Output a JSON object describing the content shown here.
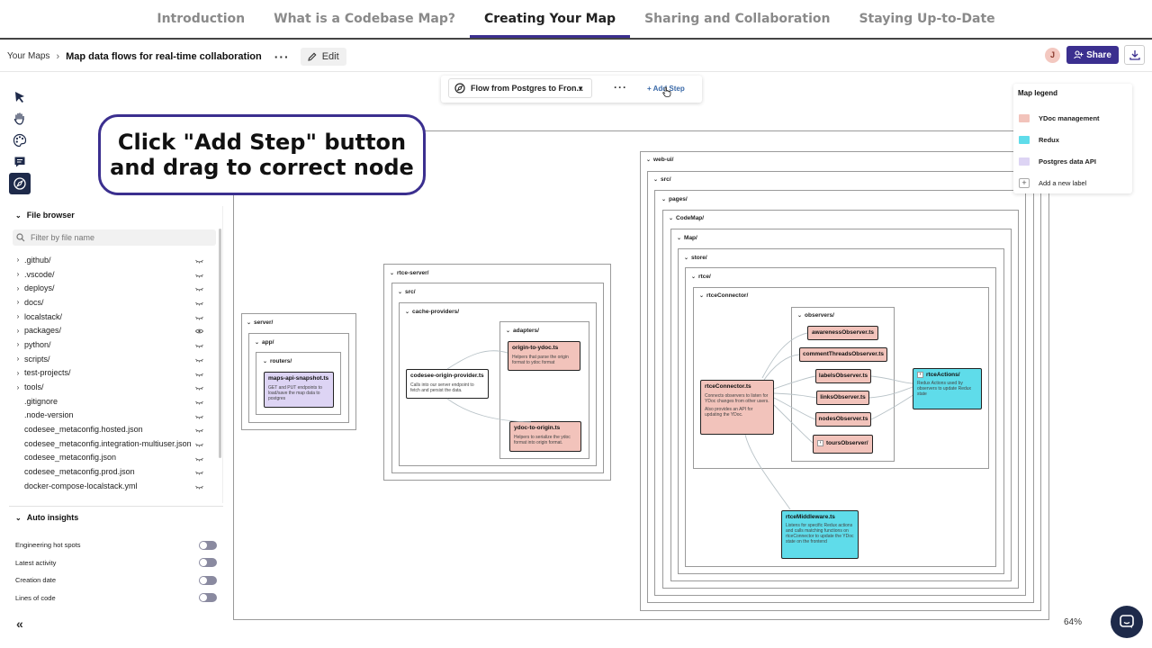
{
  "topnav": {
    "tabs": [
      {
        "label": "Introduction"
      },
      {
        "label": "What is a Codebase Map?"
      },
      {
        "label": "Creating Your Map"
      },
      {
        "label": "Sharing and Collaboration"
      },
      {
        "label": "Staying Up-to-Date"
      }
    ],
    "active_tab": "Creating Your Map"
  },
  "header": {
    "breadcrumb_root": "Your Maps",
    "breadcrumb_current": "Map data flows for real-time collaboration",
    "edit_label": "Edit",
    "avatar_initial": "J",
    "share_label": "Share"
  },
  "callout": {
    "text": "Click \"Add Step\" button\nand drag to correct node"
  },
  "flow_toolbar": {
    "selected_flow": "Flow from Postgres to Fron...",
    "add_step_label": "+ Add Step"
  },
  "file_browser": {
    "title": "File browser",
    "search_placeholder": "Filter by file name",
    "items": [
      {
        "name": ".github/",
        "folder": true,
        "eye": false
      },
      {
        "name": ".vscode/",
        "folder": true,
        "eye": false
      },
      {
        "name": "deploys/",
        "folder": true,
        "eye": false
      },
      {
        "name": "docs/",
        "folder": true,
        "eye": false
      },
      {
        "name": "localstack/",
        "folder": true,
        "eye": false
      },
      {
        "name": "packages/",
        "folder": true,
        "eye": true
      },
      {
        "name": "python/",
        "folder": true,
        "eye": false
      },
      {
        "name": "scripts/",
        "folder": true,
        "eye": false
      },
      {
        "name": "test-projects/",
        "folder": true,
        "eye": false
      },
      {
        "name": "tools/",
        "folder": true,
        "eye": false
      },
      {
        "name": ".gitignore",
        "folder": false,
        "eye": false
      },
      {
        "name": ".node-version",
        "folder": false,
        "eye": false
      },
      {
        "name": "codesee_metaconfig.hosted.json",
        "folder": false,
        "eye": false
      },
      {
        "name": "codesee_metaconfig.integration-multiuser.json",
        "folder": false,
        "eye": false
      },
      {
        "name": "codesee_metaconfig.json",
        "folder": false,
        "eye": false
      },
      {
        "name": "codesee_metaconfig.prod.json",
        "folder": false,
        "eye": false
      },
      {
        "name": "docker-compose-localstack.yml",
        "folder": false,
        "eye": false
      }
    ]
  },
  "auto_insights": {
    "title": "Auto insights",
    "rows": [
      {
        "label": "Engineering hot spots"
      },
      {
        "label": "Latest activity"
      },
      {
        "label": "Creation date"
      },
      {
        "label": "Lines of code"
      }
    ]
  },
  "legend": {
    "title": "Map legend",
    "items": [
      {
        "label": "YDoc management",
        "color": "#f2c3bb"
      },
      {
        "label": "Redux",
        "color": "#5fdcea"
      },
      {
        "label": "Postgres data API",
        "color": "#ddd4f4"
      }
    ],
    "add_label": "Add a new label"
  },
  "map": {
    "folders": {
      "server": "server/",
      "app": "app/",
      "routers": "routers/",
      "rtce_server": "rtce-server/",
      "src1": "src/",
      "cache_providers": "cache-providers/",
      "adapters": "adapters/",
      "web_ui": "web-ui/",
      "src2": "src/",
      "pages": "pages/",
      "codemap": "CodeMap/",
      "map": "Map/",
      "store": "store/",
      "rtce": "rtce/",
      "rtce_connector_dir": "rtceConnector/",
      "observers": "observers/"
    },
    "nodes": {
      "maps_api": {
        "title": "maps-api-snapshot.ts",
        "desc": "GET and PUT endpoints to load/save the map data to postgres"
      },
      "origin_provider": {
        "title": "codesee-origin-provider.ts",
        "desc": "Calls into our server endpoint to fetch and persist the data."
      },
      "origin_to_ydoc": {
        "title": "origin-to-ydoc.ts",
        "desc": "Helpers that parse the origin format to ydoc format"
      },
      "ydoc_to_origin": {
        "title": "ydoc-to-origin.ts",
        "desc": "Helpers to serialize the ydoc format into origin format."
      },
      "rtce_connector": {
        "title": "rtceConnector.ts",
        "desc": "Connects observers to listen for YDoc changes from other users.",
        "desc2": "Also provides an API for updating the YDoc."
      },
      "awareness": {
        "title": "awarenessObserver.ts"
      },
      "comment_threads": {
        "title": "commentThreadsObserver.ts"
      },
      "labels": {
        "title": "labelsObserver.ts"
      },
      "links": {
        "title": "linksObserver.ts"
      },
      "nodes_obs": {
        "title": "nodesObserver.ts"
      },
      "tours": {
        "title": "toursObserver/"
      },
      "rtce_actions": {
        "title": "rtceActions/",
        "desc": "Redux Actions used by observers to update Redux state"
      },
      "rtce_middleware": {
        "title": "rtceMiddleware.ts",
        "desc": "Listens for specific Redux actions and calls matching functions on rtceConnector to update the YDoc state on the frontend"
      }
    }
  },
  "zoom": "64%",
  "colors": {
    "accent": "#3b2f8f",
    "ydoc": "#f2c3bb",
    "redux": "#5fdcea",
    "postgres": "#ddd4f4"
  }
}
